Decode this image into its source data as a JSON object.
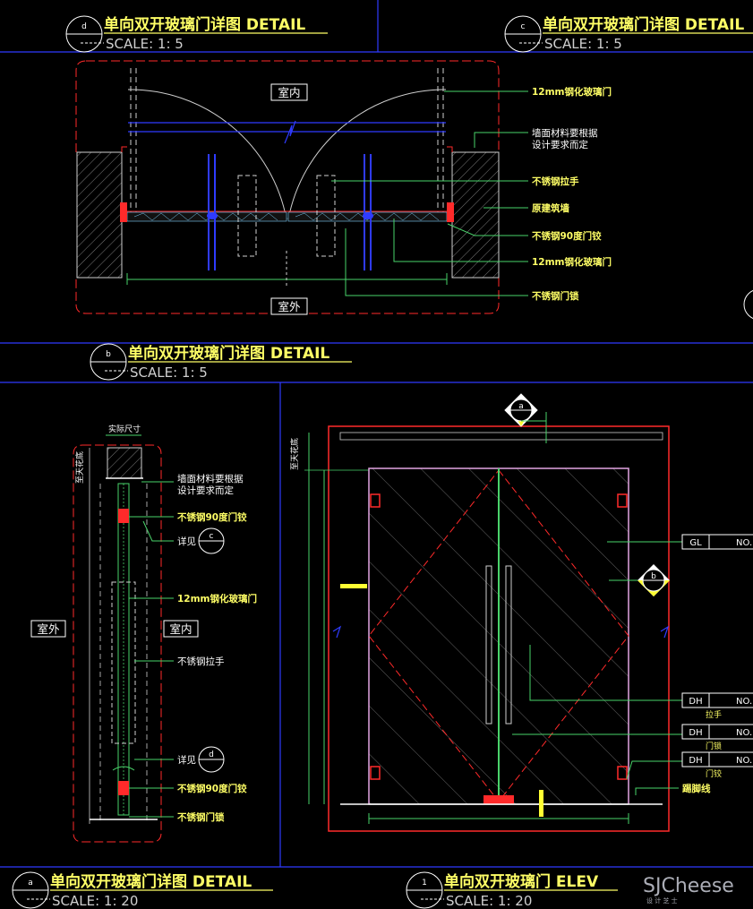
{
  "panels": {
    "d_top": {
      "marker": "d",
      "title": "单向双开玻璃门详图   DETAIL",
      "scale": "SCALE: 1: 5"
    },
    "c_top": {
      "marker": "c",
      "title": "单向双开玻璃门详图   DETAIL",
      "scale": "SCALE: 1: 5"
    },
    "b_mid": {
      "marker": "b",
      "title": "单向双开玻璃门详图   DETAIL",
      "scale": "SCALE: 1: 5"
    },
    "a_bottom": {
      "marker": "a",
      "title": "单向双开玻璃门详图   DETAIL",
      "scale": "SCALE: 1: 20"
    },
    "elev_bottom": {
      "marker": "1",
      "title": "单向双开玻璃门   ELEV",
      "scale": "SCALE: 1: 20"
    }
  },
  "plan_d": {
    "room_inside": "室内",
    "room_outside": "室外",
    "notes": [
      "12mm钢化玻璃门",
      "墙面材料要根据",
      "设计要求而定",
      "不锈钢拉手",
      "原建筑墙",
      "不锈钢90度门铰",
      "12mm钢化玻璃门",
      "不锈钢门锁"
    ]
  },
  "section_b": {
    "dim_top": "实际尺寸",
    "vertical_label": "至天花底",
    "room_left": "室外",
    "room_right": "室内",
    "notes": [
      "墙面材料要根据",
      "设计要求而定",
      "不锈钢90度门铰",
      "详见",
      "12mm钢化玻璃门",
      "不锈钢拉手",
      "详见",
      "不锈钢90度门铰",
      "不锈钢门锁"
    ],
    "detail_ref_c": "c",
    "detail_ref_d": "d"
  },
  "elevation": {
    "vertical_label": "至天花底",
    "section_a": "a",
    "section_b": "b",
    "tags": [
      {
        "code": "GL",
        "no": "NO.",
        "sub": ""
      },
      {
        "code": "DH",
        "no": "NO.",
        "sub": "拉手"
      },
      {
        "code": "DH",
        "no": "NO.",
        "sub": "门锁"
      },
      {
        "code": "DH",
        "no": "NO.",
        "sub": "门铰"
      }
    ],
    "floor_note": "踢脚线"
  },
  "watermark": {
    "brand": "SJCheese",
    "sub": "设 计 芝 士"
  },
  "colors": {
    "background": "#000000",
    "frame_blue": "#2f3bff",
    "title_yellow": "#ffff66",
    "outline_red": "#ff2a2a",
    "leader_green": "#49d36a",
    "glass_gray": "#8a8a8a"
  }
}
